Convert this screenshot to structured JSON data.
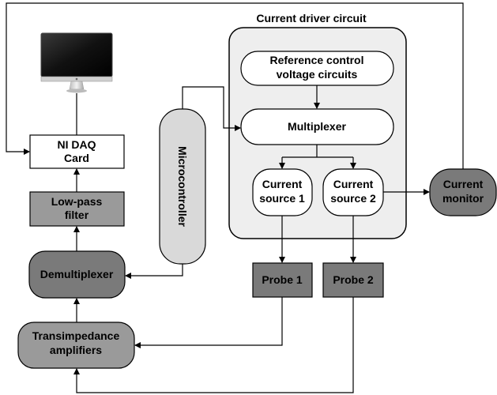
{
  "title": "Current driver circuit",
  "blocks": {
    "computer": {
      "icon": "monitor-icon"
    },
    "daq": {
      "line1": "NI DAQ",
      "line2": "Card"
    },
    "lowpass": {
      "line1": "Low-pass",
      "line2": "filter"
    },
    "demux": {
      "label": "Demultiplexer"
    },
    "tia": {
      "line1": "Transimpedance",
      "line2": "amplifiers"
    },
    "micro": {
      "label": "Microcontroller"
    },
    "refctrl": {
      "line1": "Reference control",
      "line2": "voltage circuits"
    },
    "mux": {
      "label": "Multiplexer"
    },
    "cs1": {
      "line1": "Current",
      "line2": "source 1"
    },
    "cs2": {
      "line1": "Current",
      "line2": "source 2"
    },
    "monitor": {
      "line1": "Current",
      "line2": "monitor"
    },
    "probe1": {
      "label": "Probe 1"
    },
    "probe2": {
      "label": "Probe 2"
    }
  },
  "colors": {
    "dark_fill": "#7a7a7a",
    "mid_fill": "#9a9a9a",
    "light_fill": "#d9d9d9",
    "panel_fill": "#eeeeee",
    "white_fill": "#ffffff",
    "stroke": "#000000"
  }
}
